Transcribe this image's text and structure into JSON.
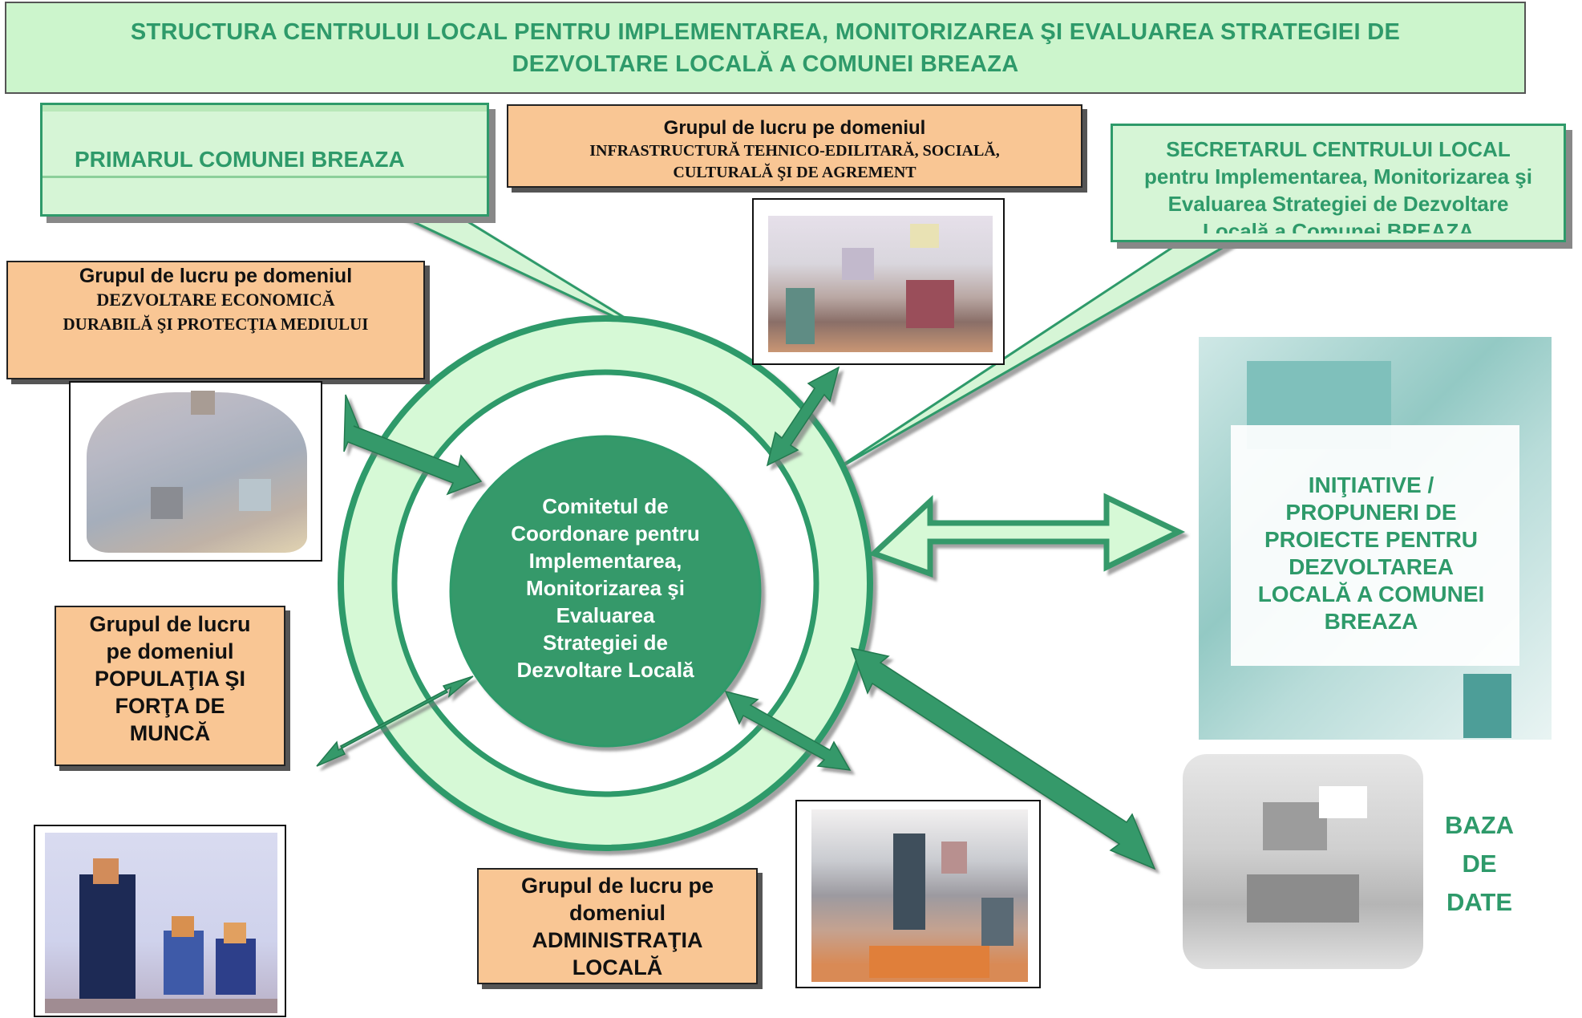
{
  "title": {
    "line1": "STRUCTURA CENTRULUI LOCAL PENTRU IMPLEMENTAREA, MONITORIZAREA ŞI EVALUAREA STRATEGIEI DE",
    "line2": "DEZVOLTARE LOCALĂ A COMUNEI BREAZA"
  },
  "primar": {
    "label": "PRIMARUL COMUNEI BREAZA"
  },
  "secretar": {
    "line1": "SECRETARUL CENTRULUI LOCAL",
    "line2": "pentru Implementarea, Monitorizarea şi",
    "line3": "Evaluarea Strategiei de Dezvoltare",
    "line4": "Locală a Comunei BREAZA"
  },
  "groups": {
    "infrastructura": {
      "heading": "Grupul de lucru pe domeniul",
      "line1": "INFRASTRUCTURĂ TEHNICO-EDILITARĂ, SOCIALĂ,",
      "line2": "CULTURALĂ ŞI DE AGREMENT"
    },
    "economic": {
      "heading": "Grupul de lucru pe domeniul",
      "line1": "DEZVOLTARE ECONOMICĂ",
      "line2": "DURABILĂ ŞI PROTECŢIA MEDIULUI"
    },
    "populatia": {
      "line1": "Grupul de lucru",
      "line2": "pe domeniul",
      "line3": "POPULAŢIA ŞI",
      "line4": "FORŢA DE",
      "line5": "MUNCĂ"
    },
    "administratia": {
      "line1": "Grupul de lucru pe",
      "line2": "domeniul",
      "line3": "ADMINISTRAŢIA",
      "line4": "LOCALĂ"
    }
  },
  "hub": {
    "line1": "Comitetul de",
    "line2": "Coordonare pentru",
    "line3": "Implementarea,",
    "line4": "Monitorizarea şi",
    "line5": "Evaluarea",
    "line6": "Strategiei de",
    "line7": "Dezvoltare Locală"
  },
  "initiative": {
    "line1": "INIŢIATIVE /",
    "line2": "PROPUNERI DE",
    "line3": "PROIECTE  PENTRU",
    "line4": "DEZVOLTAREA",
    "line5": "LOCALĂ A COMUNEI",
    "line6": "BREAZA"
  },
  "baza": {
    "line1": "BAZA",
    "line2": "DE",
    "line3": "DATE"
  },
  "colors": {
    "dark_green": "#2e9a6a",
    "light_green": "#ccf5cc",
    "ring_fill": "#d6f9d6",
    "orange": "#f9c694",
    "teal": "#8ec8c4"
  }
}
